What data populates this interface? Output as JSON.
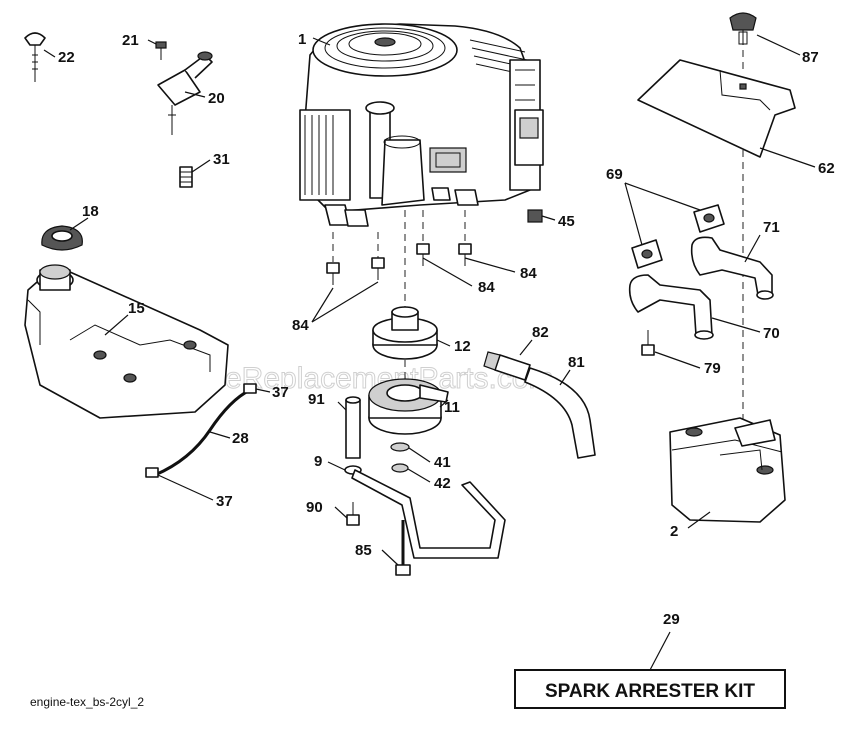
{
  "diagram": {
    "watermark": "eReplacementParts.com",
    "caption": "engine-tex_bs-2cyl_2",
    "kit_label": "SPARK ARRESTER KIT",
    "callouts": {
      "p1": "1",
      "p2": "2",
      "p9": "9",
      "p11": "11",
      "p12": "12",
      "p15": "15",
      "p18": "18",
      "p20": "20",
      "p21": "21",
      "p22": "22",
      "p28": "28",
      "p29": "29",
      "p31": "31",
      "p37a": "37",
      "p37b": "37",
      "p41": "41",
      "p42": "42",
      "p45": "45",
      "p62": "62",
      "p69": "69",
      "p70": "70",
      "p71": "71",
      "p79": "79",
      "p81": "81",
      "p82": "82",
      "p84a": "84",
      "p84b": "84",
      "p84c": "84",
      "p85": "85",
      "p87": "87",
      "p90": "90",
      "p91": "91"
    }
  }
}
